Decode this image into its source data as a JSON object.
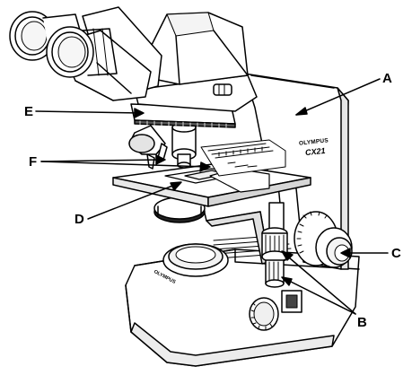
{
  "labels": {
    "a": "A",
    "b": "B",
    "c": "C",
    "d": "D",
    "e": "E",
    "f": "F"
  },
  "branding": {
    "logo_stand": "OLYMPUS",
    "model": "CX21",
    "logo_base": "OLYMPUS"
  },
  "colors": {
    "line": "#000000",
    "fill": "#ffffff",
    "shade": "#d9d9d9",
    "dark": "#555555"
  }
}
